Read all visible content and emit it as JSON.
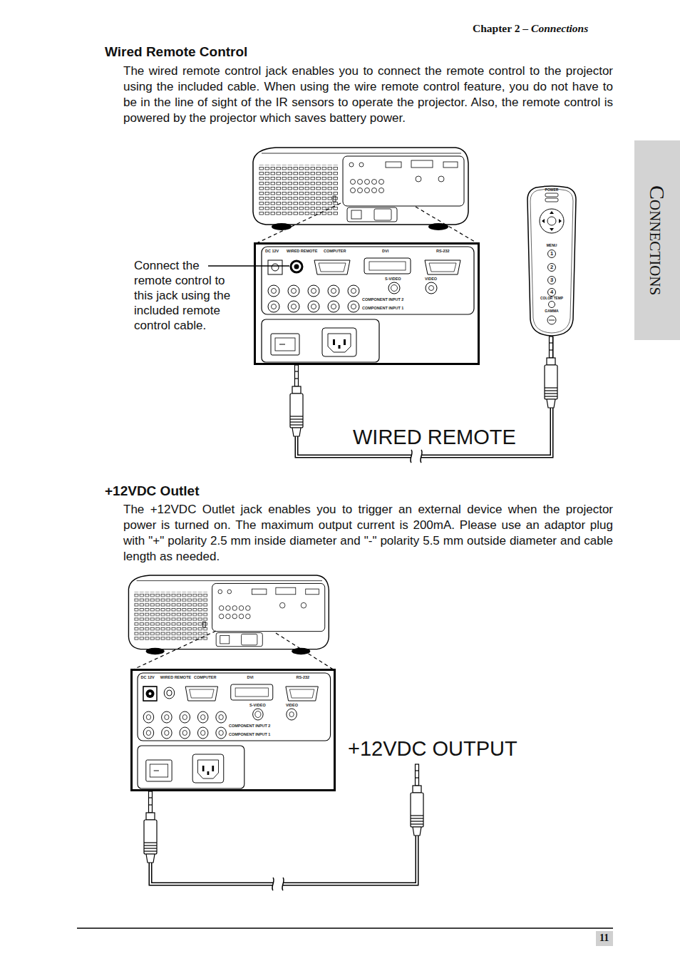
{
  "diagram": {
    "nodes": [
      {
        "text": [
          "Connections"
        ]
      },
      {
        "text": [
          "DC 12V",
          "WIRED REMOTE",
          "COMPUTER",
          "DVI",
          "RS-232",
          "S-VIDEO",
          "VIDEO",
          "COMPONENT INPUT 2",
          "COMPONENT INPUT 1"
        ]
      },
      {
        "text": [
          "POWER",
          "MENU",
          "1",
          "2",
          "3",
          "4",
          "COLOR TEMP",
          "GAMMA"
        ]
      },
      {
        "text": [
          "DC 12V",
          "WIRED REMOTE",
          "COMPUTER",
          "DVI",
          "RS-232",
          "S-VIDEO",
          "VIDEO",
          "COMPONENT INPUT 2",
          "COMPONENT INPUT 1"
        ]
      },
      {
        "text": [
          "11"
        ]
      }
    ],
    "edges": [
      {
        "from": 1,
        "to": 2,
        "arrow": "none",
        "label": "WIRED REMOTE"
      }
    ],
    "labels": [
      "Chapter 2 –",
      "Connections",
      "Wired Remote Control",
      "The wired remote control jack enables you to connect the remote control to the projector using the included cable. When using the wire remote control feature, you do not have to be in the line of sight of the IR sensors to operate the projector. Also, the remote control is powered by the projector which saves battery power.",
      "Connect the remote control to this jack using the included remote control cable.",
      "+12VDC Outlet",
      "The +12VDC Outlet jack enables you to trigger an external device when the projector power is turned on. The maximum output current is 200mA. Please use an adaptor plug with \"+\" polarity 2.5 mm inside diameter and \"-\" polarity 5.5 mm outside diameter and cable length as needed.",
      "+12VDC OUTPUT"
    ]
  }
}
